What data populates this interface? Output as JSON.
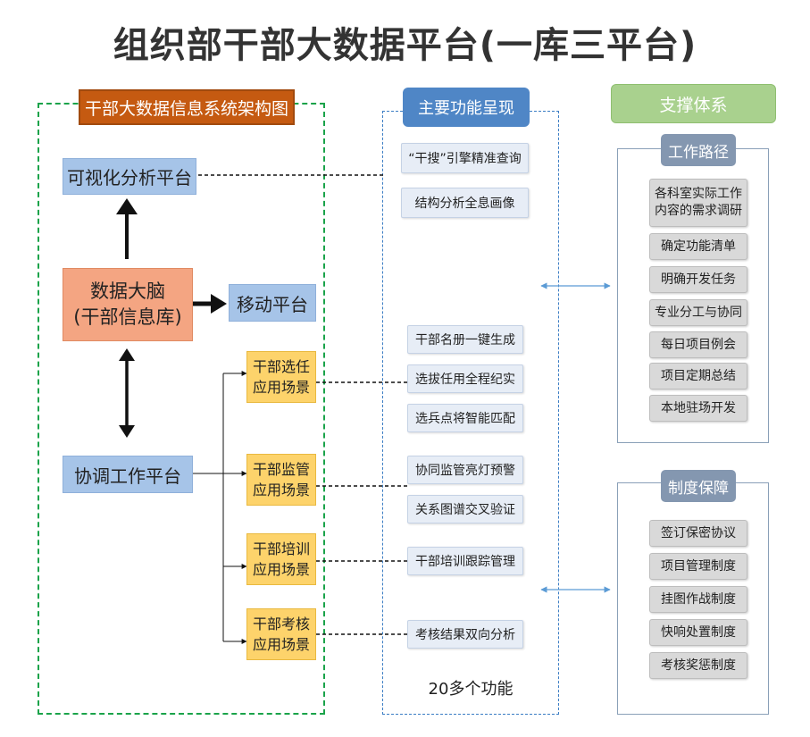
{
  "title": "组织部干部大数据平台(一库三平台)",
  "left_panel": {
    "header": "干部大数据信息系统架构图",
    "visual_platform": "可视化分析平台",
    "brain_line1": "数据大脑",
    "brain_line2": "(干部信息库)",
    "mobile_platform": "移动平台",
    "coord_platform": "协调工作平台",
    "scenes": [
      {
        "line1": "干部选任",
        "line2": "应用场景"
      },
      {
        "line1": "干部监管",
        "line2": "应用场景"
      },
      {
        "line1": "干部培训",
        "line2": "应用场景"
      },
      {
        "line1": "干部考核",
        "line2": "应用场景"
      }
    ]
  },
  "middle_panel": {
    "header": "主要功能呈现",
    "features": [
      "“干搜”引擎精准查询",
      "结构分析全息画像",
      "干部名册一键生成",
      "选拔任用全程纪实",
      "选兵点将智能匹配",
      "协同监管亮灯预警",
      "关系图谱交叉验证",
      "干部培训跟踪管理",
      "考核结果双向分析"
    ],
    "footer": "20多个功能"
  },
  "right_panel": {
    "header": "支撑体系",
    "work_path": {
      "header": "工作路径",
      "first_line1": "各科室实际工作",
      "first_line2": "内容的需求调研",
      "items": [
        "确定功能清单",
        "明确开发任务",
        "专业分工与协同",
        "每日项目例会",
        "项目定期总结",
        "本地驻场开发"
      ]
    },
    "system_guarantee": {
      "header": "制度保障",
      "items": [
        "签订保密协议",
        "项目管理制度",
        "挂图作战制度",
        "快响处置制度",
        "考核奖惩制度"
      ]
    }
  }
}
